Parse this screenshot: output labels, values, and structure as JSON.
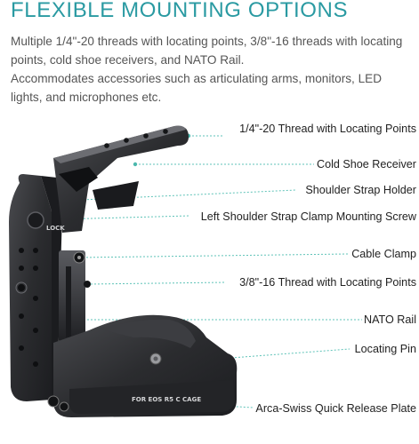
{
  "header": {
    "title": "FLEXIBLE MOUNTING OPTIONS",
    "paragraph1": "Multiple 1/4\"-20 threads with locating points, 3/8\"-16 threads with locating points, cold shoe receivers, and NATO Rail.",
    "paragraph2": "Accommodates accessories such as articulating arms, monitors, LED lights, and microphones etc."
  },
  "product": {
    "engraving": "FOR EOS R5 C CAGE",
    "lock_label": "LOCK"
  },
  "callouts": [
    {
      "label": "1/4\"-20 Thread with Locating Points"
    },
    {
      "label": "Cold Shoe Receiver"
    },
    {
      "label": "Shoulder Strap Holder"
    },
    {
      "label": "Left Shoulder Strap Clamp Mounting Screw"
    },
    {
      "label": "Cable Clamp"
    },
    {
      "label": "3/8\"-16 Thread with Locating Points"
    },
    {
      "label": "NATO Rail"
    },
    {
      "label": "Locating Pin"
    },
    {
      "label": "Arca-Swiss Quick Release Plate"
    }
  ],
  "colors": {
    "accent_title": "#2a9aa2",
    "callout_line": "#5fc3b8",
    "metal_dark": "#2b2c2f"
  }
}
